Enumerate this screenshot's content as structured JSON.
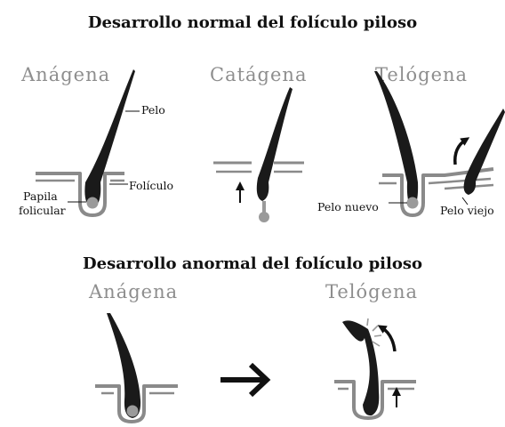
{
  "normal": {
    "title": "Desarrollo normal del folículo piloso",
    "stages": {
      "anagen": "Anágena",
      "catagen": "Catágena",
      "telogen": "Telógena"
    },
    "labels": {
      "hair": "Pelo",
      "follicle": "Folículo",
      "papilla_line1": "Papila",
      "papilla_line2": "folicular",
      "new_hair": "Pelo nuevo",
      "old_hair": "Pelo viejo"
    }
  },
  "abnormal": {
    "title": "Desarrollo anormal del folículo piloso",
    "stages": {
      "anagen": "Anágena",
      "telogen": "Telógena"
    }
  },
  "colors": {
    "hair": "#1a1a1a",
    "follicle": "#8a8a8a",
    "papilla": "#9a9a9a",
    "text": "#111111"
  }
}
